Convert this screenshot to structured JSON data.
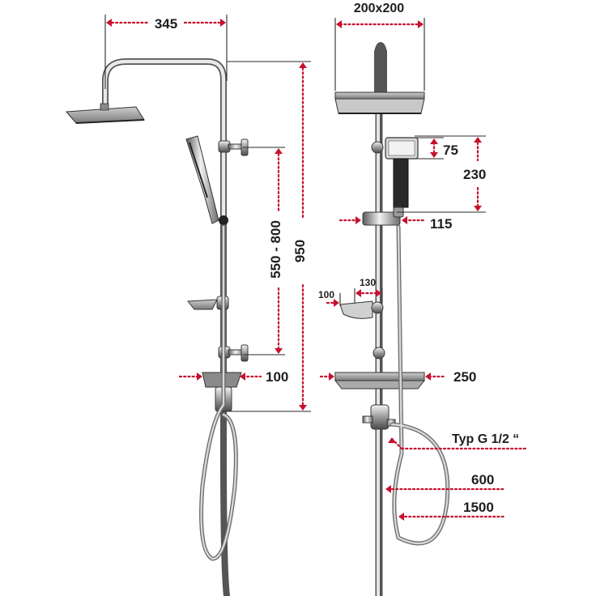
{
  "dimensions": {
    "head_width": "345",
    "head_size": "200x200",
    "arm_range": "550 - 800",
    "total_height": "950",
    "holder_height": "75",
    "holder_to_bracket": "230",
    "bracket_depth": "115",
    "soap_dish_width": "130",
    "soap_dish_depth": "100",
    "tray_depth_left": "100",
    "tray_width": "250",
    "thread": "Typ G 1/2 “",
    "outlet_height": "600",
    "hose_length": "1500"
  },
  "colors": {
    "dimension_arrow": "#c8102e",
    "text": "#1e1e1e",
    "chrome_dark": "#3a3a3a",
    "background": "#ffffff"
  }
}
